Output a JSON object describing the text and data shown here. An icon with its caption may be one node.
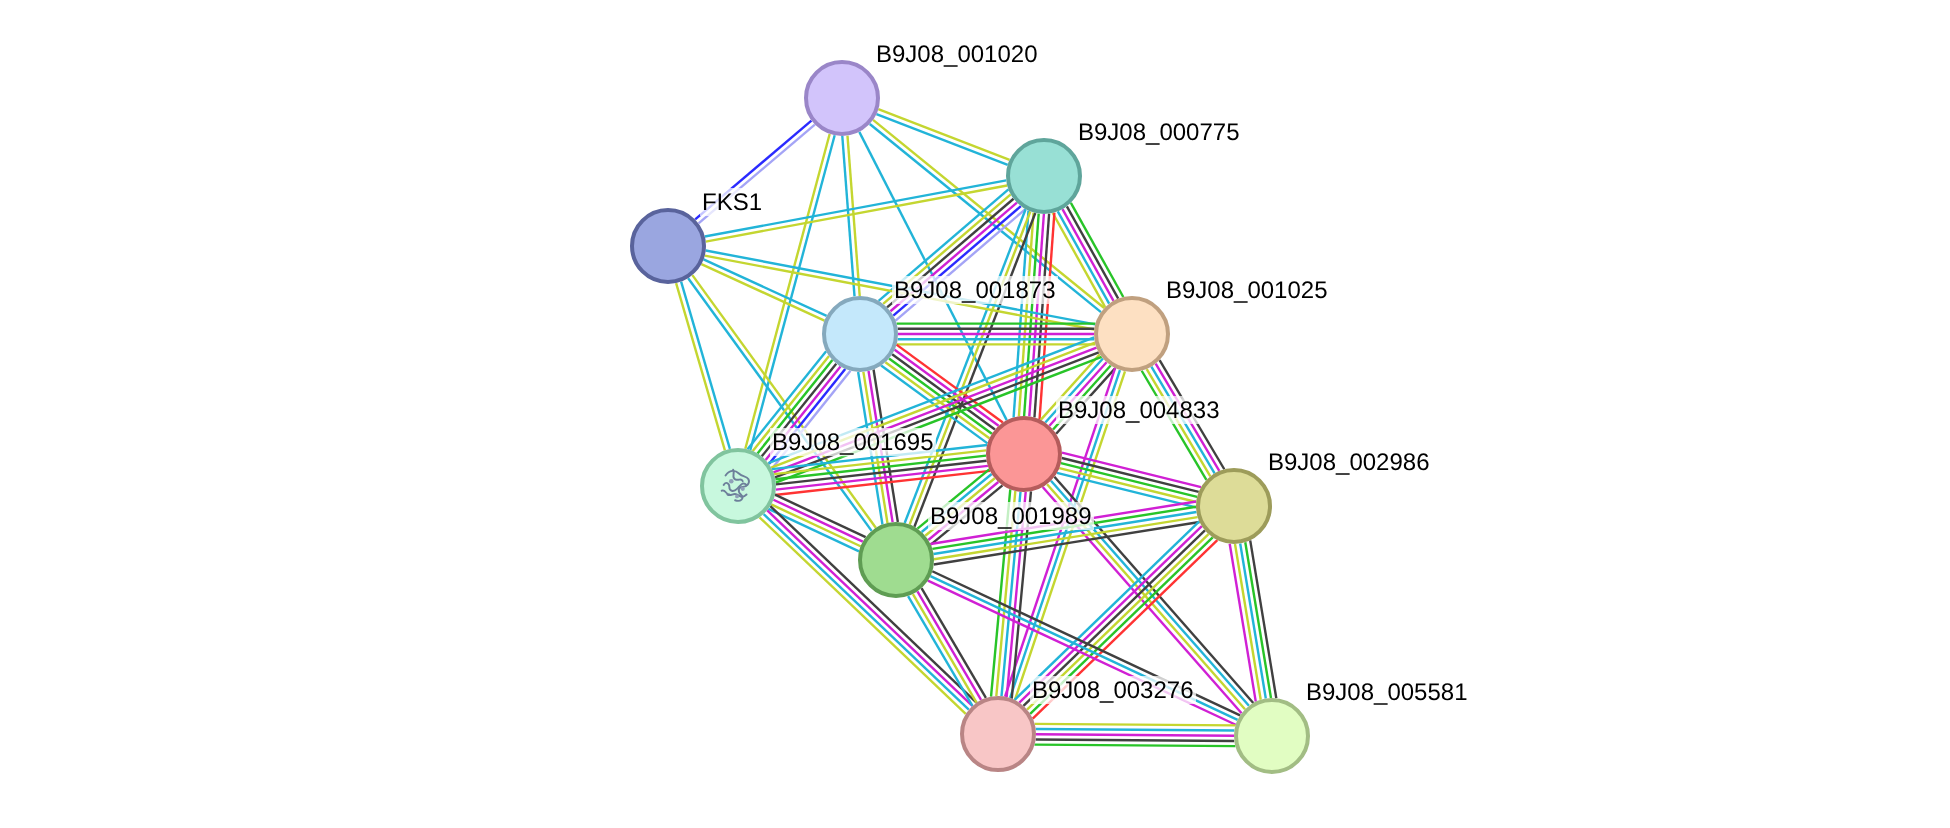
{
  "diagram": {
    "nodes": [
      {
        "text": [],
        "shape": "circle",
        "beside": [
          "B9J08_001020"
        ]
      },
      {
        "text": [],
        "shape": "circle",
        "beside": [
          "B9J08_000775"
        ]
      },
      {
        "text": [],
        "shape": "circle",
        "beside": [
          "FKS1"
        ]
      },
      {
        "text": [],
        "shape": "circle",
        "beside": [
          "B9J08_001873"
        ]
      },
      {
        "text": [],
        "shape": "circle",
        "beside": [
          "B9J08_001025"
        ]
      },
      {
        "text": [],
        "shape": "circle",
        "beside": [
          "B9J08_004833"
        ]
      },
      {
        "text": [],
        "shape": "circle",
        "beside": [
          "B9J08_001695"
        ]
      },
      {
        "text": [],
        "shape": "circle",
        "beside": [
          "B9J08_002986"
        ]
      },
      {
        "text": [],
        "shape": "circle",
        "beside": [
          "B9J08_001989"
        ]
      },
      {
        "text": [],
        "shape": "circle",
        "beside": [
          "B9J08_003276"
        ]
      },
      {
        "text": [],
        "shape": "circle",
        "beside": [
          "B9J08_005581"
        ]
      }
    ],
    "edges": [
      {
        "from": 0,
        "to": 1,
        "arrow": "none",
        "color": "#c4d630"
      },
      {
        "from": 0,
        "to": 1,
        "arrow": "none",
        "color": "#22b4d8"
      },
      {
        "from": 0,
        "to": 2,
        "arrow": "none",
        "color": "#a4a4f6"
      },
      {
        "from": 0,
        "to": 2,
        "arrow": "none",
        "color": "#2a2aff"
      },
      {
        "from": 0,
        "to": 3,
        "arrow": "none",
        "color": "#c4d630"
      },
      {
        "from": 0,
        "to": 3,
        "arrow": "none",
        "color": "#22b4d8"
      },
      {
        "from": 0,
        "to": 4,
        "arrow": "none",
        "color": "#c4d630"
      },
      {
        "from": 0,
        "to": 4,
        "arrow": "none",
        "color": "#22b4d8"
      },
      {
        "from": 0,
        "to": 5,
        "arrow": "none",
        "color": "#22b4d8"
      },
      {
        "from": 0,
        "to": 6,
        "arrow": "none",
        "color": "#22b4d8"
      },
      {
        "from": 0,
        "to": 6,
        "arrow": "none",
        "color": "#c4d630"
      },
      {
        "from": 1,
        "to": 2,
        "arrow": "none",
        "color": "#c4d630"
      },
      {
        "from": 1,
        "to": 2,
        "arrow": "none",
        "color": "#22b4d8"
      },
      {
        "from": 1,
        "to": 3,
        "arrow": "none",
        "color": "#a4a4f6"
      },
      {
        "from": 1,
        "to": 3,
        "arrow": "none",
        "color": "#2a2aff"
      },
      {
        "from": 1,
        "to": 3,
        "arrow": "none",
        "color": "#d020d4"
      },
      {
        "from": 1,
        "to": 3,
        "arrow": "none",
        "color": "#404040"
      },
      {
        "from": 1,
        "to": 3,
        "arrow": "none",
        "color": "#c4d630"
      },
      {
        "from": 1,
        "to": 3,
        "arrow": "none",
        "color": "#22b4d8"
      },
      {
        "from": 1,
        "to": 4,
        "arrow": "none",
        "color": "#28c428"
      },
      {
        "from": 1,
        "to": 4,
        "arrow": "none",
        "color": "#404040"
      },
      {
        "from": 1,
        "to": 4,
        "arrow": "none",
        "color": "#d020d4"
      },
      {
        "from": 1,
        "to": 4,
        "arrow": "none",
        "color": "#22b4d8"
      },
      {
        "from": 1,
        "to": 4,
        "arrow": "none",
        "color": "#c4d630"
      },
      {
        "from": 1,
        "to": 5,
        "arrow": "none",
        "color": "#ff3333"
      },
      {
        "from": 1,
        "to": 5,
        "arrow": "none",
        "color": "#404040"
      },
      {
        "from": 1,
        "to": 5,
        "arrow": "none",
        "color": "#d020d4"
      },
      {
        "from": 1,
        "to": 5,
        "arrow": "none",
        "color": "#28c428"
      },
      {
        "from": 1,
        "to": 5,
        "arrow": "none",
        "color": "#c4d630"
      },
      {
        "from": 1,
        "to": 5,
        "arrow": "none",
        "color": "#22b4d8"
      },
      {
        "from": 1,
        "to": 8,
        "arrow": "none",
        "color": "#404040"
      },
      {
        "from": 1,
        "to": 8,
        "arrow": "none",
        "color": "#c4d630"
      },
      {
        "from": 1,
        "to": 8,
        "arrow": "none",
        "color": "#22b4d8"
      },
      {
        "from": 2,
        "to": 3,
        "arrow": "none",
        "color": "#22b4d8"
      },
      {
        "from": 2,
        "to": 3,
        "arrow": "none",
        "color": "#c4d630"
      },
      {
        "from": 2,
        "to": 4,
        "arrow": "none",
        "color": "#22b4d8"
      },
      {
        "from": 2,
        "to": 4,
        "arrow": "none",
        "color": "#c4d630"
      },
      {
        "from": 2,
        "to": 6,
        "arrow": "none",
        "color": "#22b4d8"
      },
      {
        "from": 2,
        "to": 6,
        "arrow": "none",
        "color": "#c4d630"
      },
      {
        "from": 2,
        "to": 8,
        "arrow": "none",
        "color": "#c4d630"
      },
      {
        "from": 2,
        "to": 8,
        "arrow": "none",
        "color": "#22b4d8"
      },
      {
        "from": 3,
        "to": 4,
        "arrow": "none",
        "color": "#28c428"
      },
      {
        "from": 3,
        "to": 4,
        "arrow": "none",
        "color": "#404040"
      },
      {
        "from": 3,
        "to": 4,
        "arrow": "none",
        "color": "#d020d4"
      },
      {
        "from": 3,
        "to": 4,
        "arrow": "none",
        "color": "#22b4d8"
      },
      {
        "from": 3,
        "to": 4,
        "arrow": "none",
        "color": "#c4d630"
      },
      {
        "from": 3,
        "to": 5,
        "arrow": "none",
        "color": "#ff3333"
      },
      {
        "from": 3,
        "to": 5,
        "arrow": "none",
        "color": "#d020d4"
      },
      {
        "from": 3,
        "to": 5,
        "arrow": "none",
        "color": "#404040"
      },
      {
        "from": 3,
        "to": 5,
        "arrow": "none",
        "color": "#28c428"
      },
      {
        "from": 3,
        "to": 5,
        "arrow": "none",
        "color": "#c4d630"
      },
      {
        "from": 3,
        "to": 5,
        "arrow": "none",
        "color": "#22b4d8"
      },
      {
        "from": 3,
        "to": 6,
        "arrow": "none",
        "color": "#a4a4f6"
      },
      {
        "from": 3,
        "to": 6,
        "arrow": "none",
        "color": "#2a2aff"
      },
      {
        "from": 3,
        "to": 6,
        "arrow": "none",
        "color": "#d020d4"
      },
      {
        "from": 3,
        "to": 6,
        "arrow": "none",
        "color": "#404040"
      },
      {
        "from": 3,
        "to": 6,
        "arrow": "none",
        "color": "#28c428"
      },
      {
        "from": 3,
        "to": 6,
        "arrow": "none",
        "color": "#c4d630"
      },
      {
        "from": 3,
        "to": 6,
        "arrow": "none",
        "color": "#22b4d8"
      },
      {
        "from": 3,
        "to": 8,
        "arrow": "none",
        "color": "#404040"
      },
      {
        "from": 3,
        "to": 8,
        "arrow": "none",
        "color": "#d020d4"
      },
      {
        "from": 3,
        "to": 8,
        "arrow": "none",
        "color": "#c4d630"
      },
      {
        "from": 3,
        "to": 8,
        "arrow": "none",
        "color": "#22b4d8"
      },
      {
        "from": 4,
        "to": 5,
        "arrow": "none",
        "color": "#404040"
      },
      {
        "from": 4,
        "to": 5,
        "arrow": "none",
        "color": "#28c428"
      },
      {
        "from": 4,
        "to": 5,
        "arrow": "none",
        "color": "#d020d4"
      },
      {
        "from": 4,
        "to": 5,
        "arrow": "none",
        "color": "#22b4d8"
      },
      {
        "from": 4,
        "to": 5,
        "arrow": "none",
        "color": "#c4d630"
      },
      {
        "from": 4,
        "to": 6,
        "arrow": "none",
        "color": "#28c428"
      },
      {
        "from": 4,
        "to": 6,
        "arrow": "none",
        "color": "#404040"
      },
      {
        "from": 4,
        "to": 6,
        "arrow": "none",
        "color": "#d020d4"
      },
      {
        "from": 4,
        "to": 6,
        "arrow": "none",
        "color": "#c4d630"
      },
      {
        "from": 4,
        "to": 6,
        "arrow": "none",
        "color": "#22b4d8"
      },
      {
        "from": 4,
        "to": 7,
        "arrow": "none",
        "color": "#404040"
      },
      {
        "from": 4,
        "to": 7,
        "arrow": "none",
        "color": "#d020d4"
      },
      {
        "from": 4,
        "to": 7,
        "arrow": "none",
        "color": "#22b4d8"
      },
      {
        "from": 4,
        "to": 7,
        "arrow": "none",
        "color": "#c4d630"
      },
      {
        "from": 4,
        "to": 7,
        "arrow": "none",
        "color": "#28c428"
      },
      {
        "from": 4,
        "to": 9,
        "arrow": "none",
        "color": "#c4d630"
      },
      {
        "from": 4,
        "to": 9,
        "arrow": "none",
        "color": "#22b4d8"
      },
      {
        "from": 4,
        "to": 9,
        "arrow": "none",
        "color": "#d020d4"
      },
      {
        "from": 5,
        "to": 6,
        "arrow": "none",
        "color": "#ff3333"
      },
      {
        "from": 5,
        "to": 6,
        "arrow": "none",
        "color": "#d020d4"
      },
      {
        "from": 5,
        "to": 6,
        "arrow": "none",
        "color": "#404040"
      },
      {
        "from": 5,
        "to": 6,
        "arrow": "none",
        "color": "#28c428"
      },
      {
        "from": 5,
        "to": 6,
        "arrow": "none",
        "color": "#c4d630"
      },
      {
        "from": 5,
        "to": 6,
        "arrow": "none",
        "color": "#22b4d8"
      },
      {
        "from": 5,
        "to": 7,
        "arrow": "none",
        "color": "#d020d4"
      },
      {
        "from": 5,
        "to": 7,
        "arrow": "none",
        "color": "#404040"
      },
      {
        "from": 5,
        "to": 7,
        "arrow": "none",
        "color": "#28c428"
      },
      {
        "from": 5,
        "to": 7,
        "arrow": "none",
        "color": "#c4d630"
      },
      {
        "from": 5,
        "to": 7,
        "arrow": "none",
        "color": "#22b4d8"
      },
      {
        "from": 5,
        "to": 8,
        "arrow": "none",
        "color": "#404040"
      },
      {
        "from": 5,
        "to": 8,
        "arrow": "none",
        "color": "#d020d4"
      },
      {
        "from": 5,
        "to": 8,
        "arrow": "none",
        "color": "#c4d630"
      },
      {
        "from": 5,
        "to": 8,
        "arrow": "none",
        "color": "#22b4d8"
      },
      {
        "from": 5,
        "to": 8,
        "arrow": "none",
        "color": "#28c428"
      },
      {
        "from": 5,
        "to": 9,
        "arrow": "none",
        "color": "#404040"
      },
      {
        "from": 5,
        "to": 9,
        "arrow": "none",
        "color": "#d020d4"
      },
      {
        "from": 5,
        "to": 9,
        "arrow": "none",
        "color": "#22b4d8"
      },
      {
        "from": 5,
        "to": 9,
        "arrow": "none",
        "color": "#c4d630"
      },
      {
        "from": 5,
        "to": 9,
        "arrow": "none",
        "color": "#28c428"
      },
      {
        "from": 5,
        "to": 10,
        "arrow": "none",
        "color": "#404040"
      },
      {
        "from": 5,
        "to": 10,
        "arrow": "none",
        "color": "#22b4d8"
      },
      {
        "from": 5,
        "to": 10,
        "arrow": "none",
        "color": "#c4d630"
      },
      {
        "from": 5,
        "to": 10,
        "arrow": "none",
        "color": "#d020d4"
      },
      {
        "from": 6,
        "to": 8,
        "arrow": "none",
        "color": "#404040"
      },
      {
        "from": 6,
        "to": 8,
        "arrow": "none",
        "color": "#d020d4"
      },
      {
        "from": 6,
        "to": 8,
        "arrow": "none",
        "color": "#c4d630"
      },
      {
        "from": 6,
        "to": 8,
        "arrow": "none",
        "color": "#22b4d8"
      },
      {
        "from": 6,
        "to": 9,
        "arrow": "none",
        "color": "#404040"
      },
      {
        "from": 6,
        "to": 9,
        "arrow": "none",
        "color": "#d020d4"
      },
      {
        "from": 6,
        "to": 9,
        "arrow": "none",
        "color": "#22b4d8"
      },
      {
        "from": 6,
        "to": 9,
        "arrow": "none",
        "color": "#c4d630"
      },
      {
        "from": 7,
        "to": 8,
        "arrow": "none",
        "color": "#404040"
      },
      {
        "from": 7,
        "to": 8,
        "arrow": "none",
        "color": "#c4d630"
      },
      {
        "from": 7,
        "to": 8,
        "arrow": "none",
        "color": "#22b4d8"
      },
      {
        "from": 7,
        "to": 8,
        "arrow": "none",
        "color": "#28c428"
      },
      {
        "from": 7,
        "to": 8,
        "arrow": "none",
        "color": "#d020d4"
      },
      {
        "from": 7,
        "to": 9,
        "arrow": "none",
        "color": "#ff3333"
      },
      {
        "from": 7,
        "to": 9,
        "arrow": "none",
        "color": "#28c428"
      },
      {
        "from": 7,
        "to": 9,
        "arrow": "none",
        "color": "#c4d630"
      },
      {
        "from": 7,
        "to": 9,
        "arrow": "none",
        "color": "#404040"
      },
      {
        "from": 7,
        "to": 9,
        "arrow": "none",
        "color": "#d020d4"
      },
      {
        "from": 7,
        "to": 9,
        "arrow": "none",
        "color": "#22b4d8"
      },
      {
        "from": 7,
        "to": 10,
        "arrow": "none",
        "color": "#404040"
      },
      {
        "from": 7,
        "to": 10,
        "arrow": "none",
        "color": "#28c428"
      },
      {
        "from": 7,
        "to": 10,
        "arrow": "none",
        "color": "#22b4d8"
      },
      {
        "from": 7,
        "to": 10,
        "arrow": "none",
        "color": "#c4d630"
      },
      {
        "from": 7,
        "to": 10,
        "arrow": "none",
        "color": "#d020d4"
      },
      {
        "from": 8,
        "to": 9,
        "arrow": "none",
        "color": "#404040"
      },
      {
        "from": 8,
        "to": 9,
        "arrow": "none",
        "color": "#d020d4"
      },
      {
        "from": 8,
        "to": 9,
        "arrow": "none",
        "color": "#c4d630"
      },
      {
        "from": 8,
        "to": 9,
        "arrow": "none",
        "color": "#22b4d8"
      },
      {
        "from": 8,
        "to": 10,
        "arrow": "none",
        "color": "#404040"
      },
      {
        "from": 8,
        "to": 10,
        "arrow": "none",
        "color": "#22b4d8"
      },
      {
        "from": 8,
        "to": 10,
        "arrow": "none",
        "color": "#d020d4"
      },
      {
        "from": 9,
        "to": 10,
        "arrow": "none",
        "color": "#c4d630"
      },
      {
        "from": 9,
        "to": 10,
        "arrow": "none",
        "color": "#22b4d8"
      },
      {
        "from": 9,
        "to": 10,
        "arrow": "none",
        "color": "#d020d4"
      },
      {
        "from": 9,
        "to": 10,
        "arrow": "none",
        "color": "#404040"
      },
      {
        "from": 9,
        "to": 10,
        "arrow": "none",
        "color": "#28c428"
      }
    ]
  }
}
